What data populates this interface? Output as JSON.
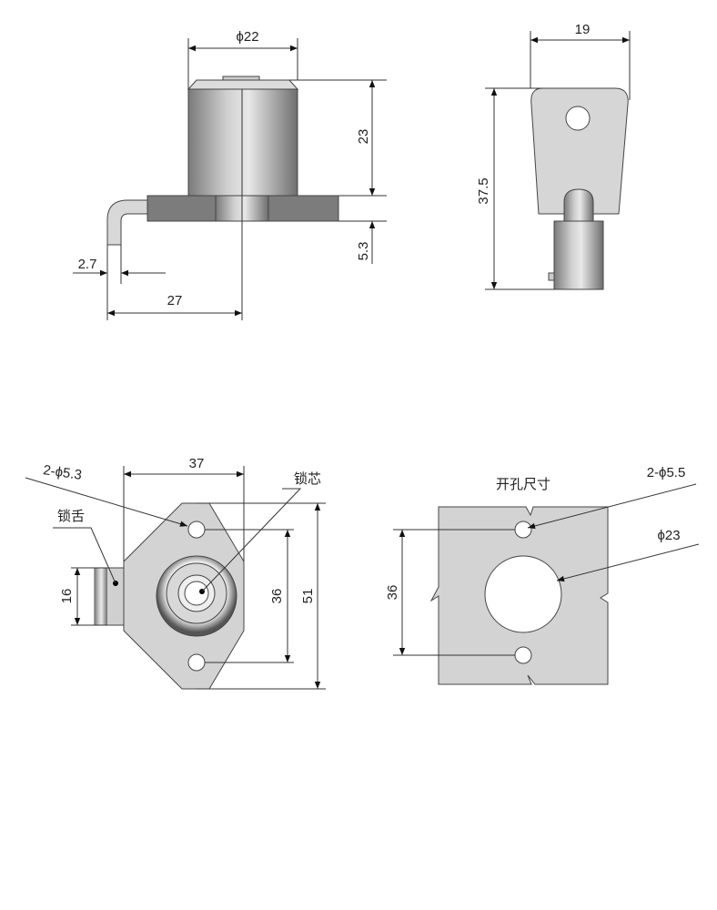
{
  "side_view": {
    "diameter": "ϕ22",
    "height": "23",
    "flange_thickness": "5.3",
    "tongue_thickness": "2.7",
    "tongue_offset": "27"
  },
  "key_view": {
    "width": "19",
    "height": "37.5"
  },
  "front_view": {
    "width": "37",
    "height": "51",
    "hole_spacing": "36",
    "tongue_width": "16",
    "holes_label": "2-ϕ5.3",
    "core_label": "锁芯",
    "tongue_label": "锁舌"
  },
  "cutout_view": {
    "title": "开孔尺寸",
    "hole_spacing": "36",
    "holes_label": "2-ϕ5.5",
    "center_hole_label": "ϕ23"
  },
  "colors": {
    "plate": "#d3d3d3",
    "flange_dark": "#707070",
    "line": "#333333"
  }
}
